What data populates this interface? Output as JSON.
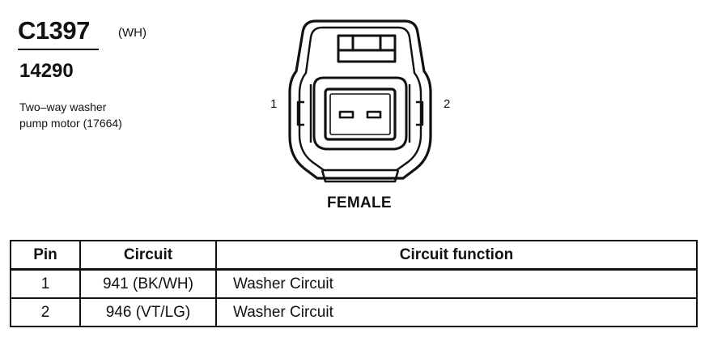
{
  "connector": {
    "id": "C1397",
    "color_code": "(WH)",
    "part_number": "14290",
    "description_lines": [
      "Two–way washer",
      "pump motor (17664)"
    ],
    "view": "FEMALE",
    "pin_labels": {
      "left": "1",
      "right": "2"
    }
  },
  "table": {
    "headers": {
      "pin": "Pin",
      "circuit": "Circuit",
      "function": "Circuit function"
    },
    "rows": [
      {
        "pin": "1",
        "circuit": "941 (BK/WH)",
        "function": "Washer Circuit"
      },
      {
        "pin": "2",
        "circuit": "946 (VT/LG)",
        "function": "Washer Circuit"
      }
    ]
  }
}
